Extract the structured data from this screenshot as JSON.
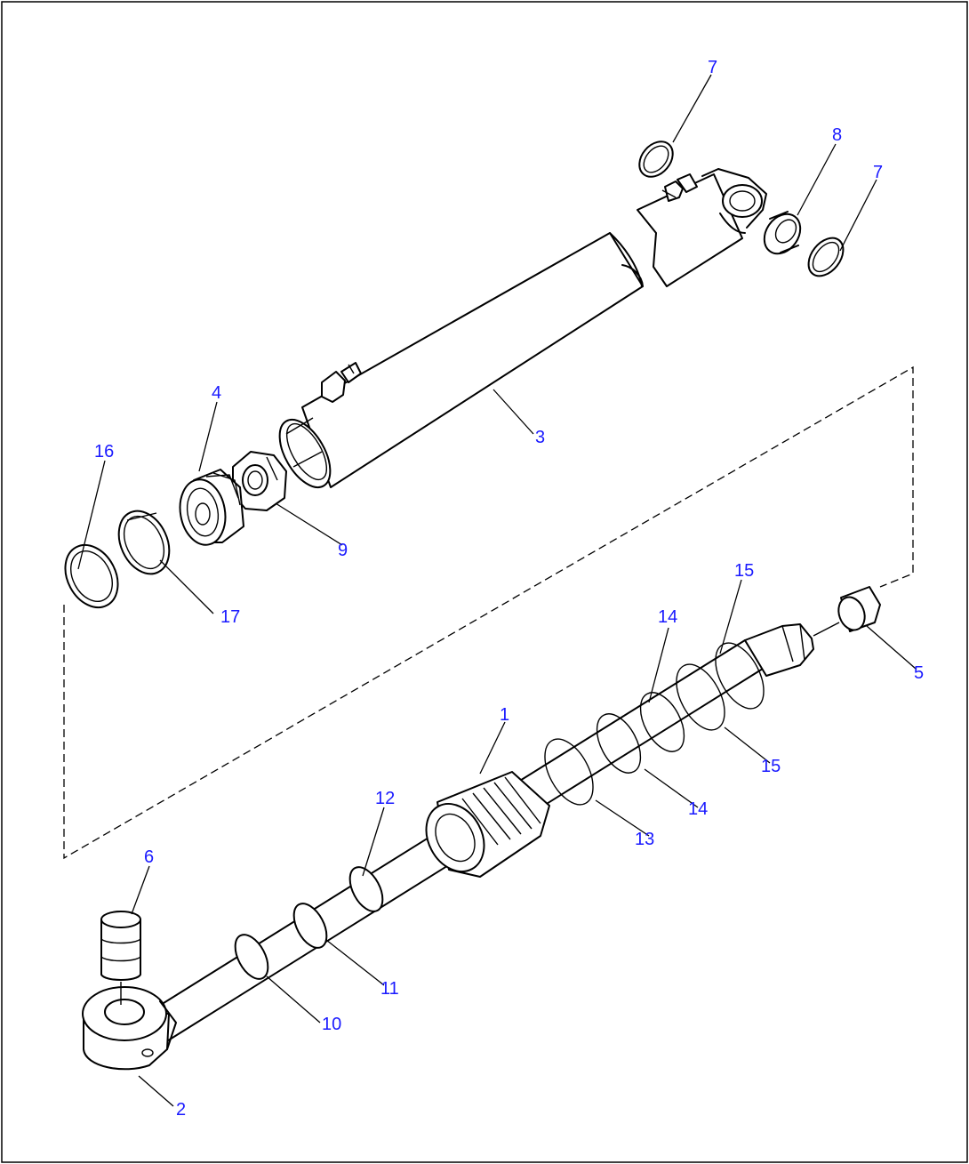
{
  "diagram": {
    "callouts": [
      {
        "id": "c1",
        "label": "1"
      },
      {
        "id": "c2",
        "label": "2"
      },
      {
        "id": "c3",
        "label": "3"
      },
      {
        "id": "c4",
        "label": "4"
      },
      {
        "id": "c5",
        "label": "5"
      },
      {
        "id": "c6",
        "label": "6"
      },
      {
        "id": "c7a",
        "label": "7"
      },
      {
        "id": "c7b",
        "label": "7"
      },
      {
        "id": "c8",
        "label": "8"
      },
      {
        "id": "c9",
        "label": "9"
      },
      {
        "id": "c10",
        "label": "10"
      },
      {
        "id": "c11",
        "label": "11"
      },
      {
        "id": "c12",
        "label": "12"
      },
      {
        "id": "c13",
        "label": "13"
      },
      {
        "id": "c14a",
        "label": "14"
      },
      {
        "id": "c14b",
        "label": "14"
      },
      {
        "id": "c15a",
        "label": "15"
      },
      {
        "id": "c15b",
        "label": "15"
      },
      {
        "id": "c16",
        "label": "16"
      },
      {
        "id": "c17",
        "label": "17"
      }
    ],
    "colors": {
      "callout": "#1a1aff",
      "line": "#000000",
      "border": "#000000"
    }
  }
}
